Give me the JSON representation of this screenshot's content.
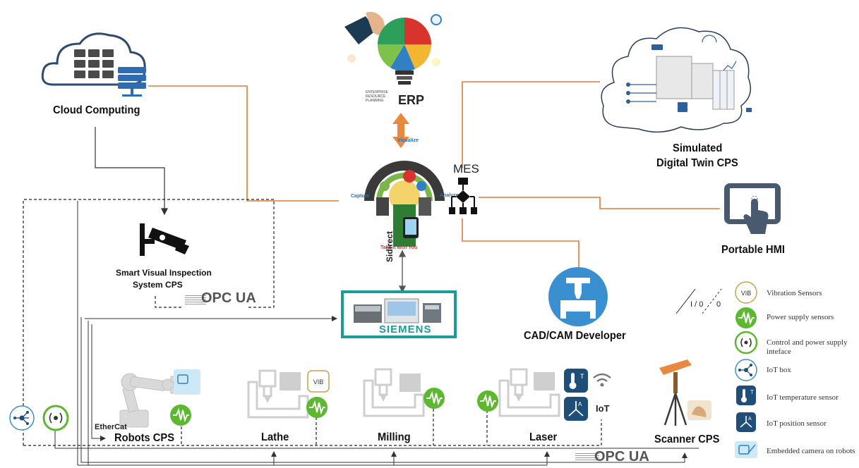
{
  "nodes": {
    "cloud_computing": "Cloud Computing",
    "erp": "ERP",
    "erp_sub": "ENTERPRISE RESOURCE PLANNING",
    "digital_twin_line1": "Simulated",
    "digital_twin_line2": "Digital Twin CPS",
    "mes": "MES",
    "portable_hmi": "Portable HMI",
    "smart_visual_line1": "Smart Visual Inspection",
    "smart_visual_line2": "System  CPS",
    "sidirect": "Sidirect",
    "siemens": "SIEMENS",
    "cad_cam": "CAD/CAM Developer",
    "robots": "Robots CPS",
    "ethercat": "EtherCat",
    "lathe": "Lathe",
    "milling": "Milling",
    "laser": "Laser",
    "iot": "IoT",
    "scanner": "Scanner CPS",
    "io": "I / 0",
    "zero": "0",
    "opc_ua_top": "OPC UA",
    "opc_ua_bottom": "OPC UA",
    "vib_tag": "VIB",
    "mes_hub": {
      "visualize": "Visualize",
      "capture": "Capture",
      "analyze": "Analyze",
      "take_it": "Take it with You"
    }
  },
  "legend": [
    {
      "icon": "vibration-sensor-icon",
      "label": "Vibration Sensors"
    },
    {
      "icon": "power-supply-sensor-icon",
      "label": "Power supply sensors"
    },
    {
      "icon": "control-power-interface-icon",
      "label": "Control and power supply inteface"
    },
    {
      "icon": "iot-box-icon",
      "label": "IoT box"
    },
    {
      "icon": "iot-temperature-sensor-icon",
      "label": "IoT temperature sensor"
    },
    {
      "icon": "iot-position-sensor-icon",
      "label": "IoT position sensor"
    },
    {
      "icon": "embedded-camera-icon",
      "label": "Embedded camera on robots"
    }
  ],
  "colors": {
    "orange_link": "#e07b39",
    "green_sensor": "#5cb82f",
    "blue_icon": "#3a8fd1",
    "navy_icon": "#1f4e79",
    "siemens_teal": "#1b9c97",
    "hmi_slate": "#4a5a6e"
  }
}
